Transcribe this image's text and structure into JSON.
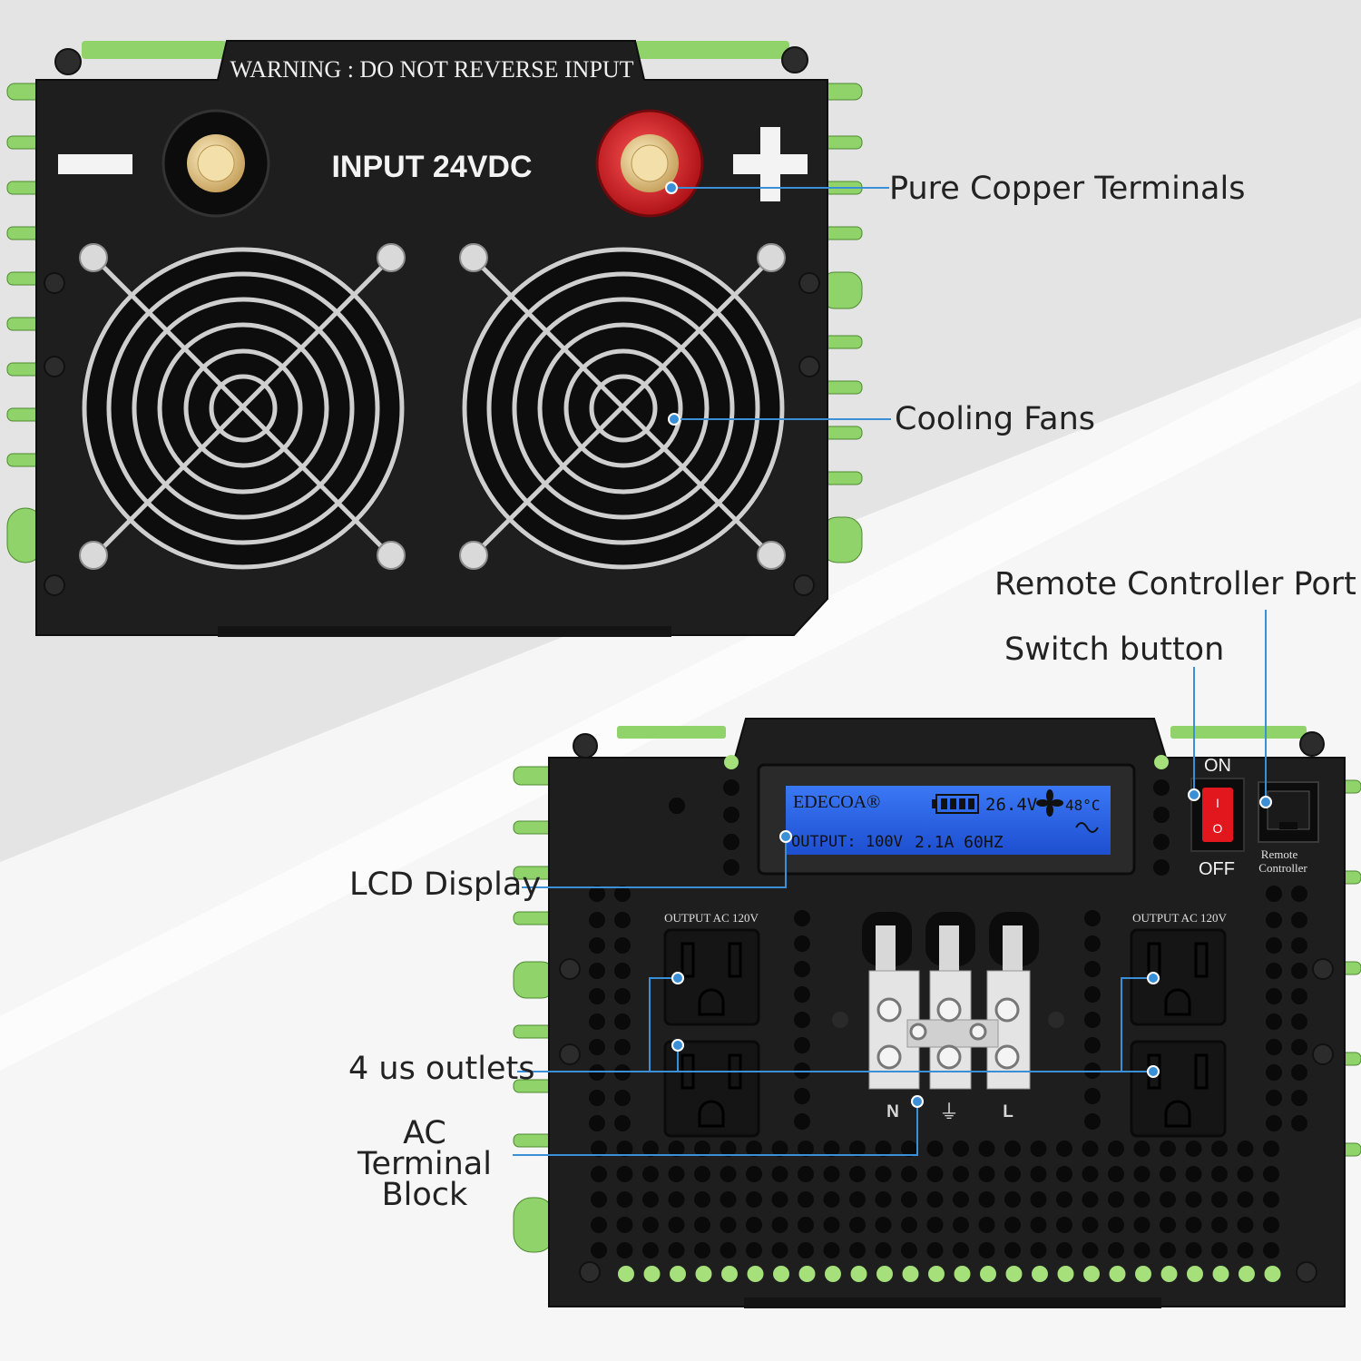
{
  "top_device": {
    "warning": "WARNING : DO NOT  REVERSE   INPUT",
    "input_label": "INPUT 24VDC",
    "negative_symbol": "−",
    "positive_symbol": "+"
  },
  "bottom_device": {
    "lcd": {
      "brand": "EDECOA®",
      "voltage": "26.4V",
      "temperature": "48°C",
      "output": "OUTPUT: 100V",
      "current_freq": "2.1A 60HZ",
      "battery_icon": "battery-icon",
      "fan_icon": "fan-icon",
      "wave_icon": "sine-wave-icon"
    },
    "switch_on": "ON",
    "switch_off": "OFF",
    "switch_i": "I",
    "switch_o": "O",
    "remote_label_1": "Remote",
    "remote_label_2": "Controller",
    "outlet_left_label": "OUTPUT  AC  120V",
    "outlet_right_label": "OUTPUT  AC  120V",
    "terminal_n": "N",
    "terminal_l": "L",
    "ground_symbol": "⏚"
  },
  "callouts": {
    "copper": "Pure Copper Terminals",
    "fans": "Cooling Fans",
    "remote": "Remote Controller Port",
    "switch": "Switch button",
    "lcd": "LCD Display",
    "outlets": "4 us outlets",
    "ac_terminal": "AC Terminal Block"
  },
  "colors": {
    "accent_line": "#3a8fd6",
    "housing": "#1f1f1f",
    "heatsink": "#8fd36a",
    "lcd": "#2c63e6",
    "terminal_red": "#d81f26",
    "terminal_brass": "#e8c98a"
  }
}
